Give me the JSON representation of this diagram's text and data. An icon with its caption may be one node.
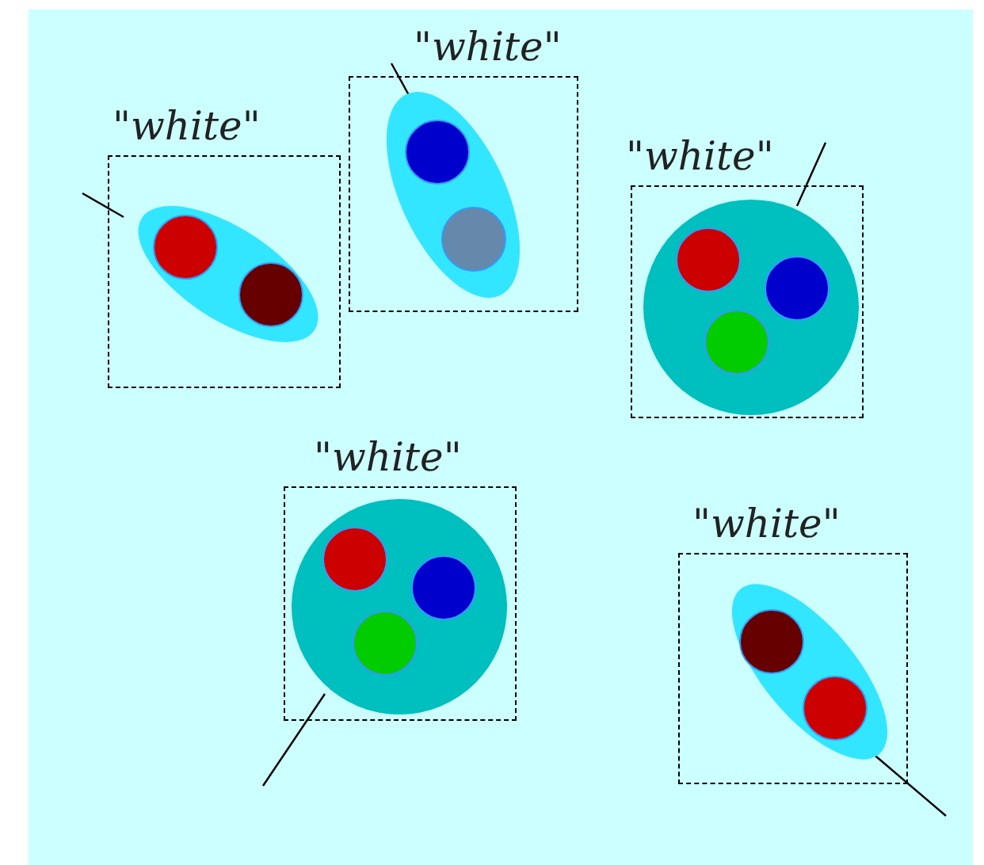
{
  "diagram": {
    "nodes": [
      {
        "text": [
          "\"white\""
        ]
      },
      {
        "text": [
          "\"white\""
        ]
      },
      {
        "text": [
          "\"white\""
        ]
      },
      {
        "text": [
          "\"white\""
        ]
      },
      {
        "text": [
          "\"white\""
        ]
      }
    ]
  }
}
